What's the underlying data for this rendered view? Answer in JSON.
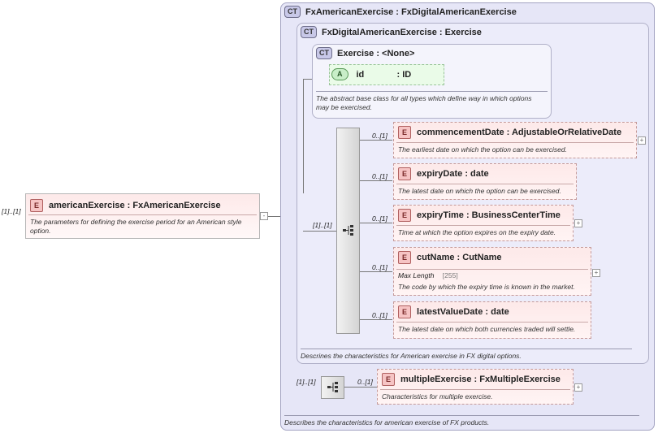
{
  "root_element": {
    "badge": "E",
    "name": "americanExercise : FxAmericanExercise",
    "cardinality": "[1]..[1]",
    "description": "The parameters for defining the exercise period for an American style option."
  },
  "outer_type": {
    "badge": "CT",
    "name": "FxAmericanExercise : FxDigitalAmericanExercise",
    "description": "Describes the characteristics for american exercise of FX products."
  },
  "mid_type": {
    "badge": "CT",
    "name": "FxDigitalAmericanExercise : Exercise",
    "description": "Descrines the characteristics for American exercise in FX digital options."
  },
  "base_type": {
    "badge": "CT",
    "name": "Exercise : <None>",
    "description": "The abstract base class for all types which define way in which options may be exercised.",
    "attribute": {
      "badge": "A",
      "name": "id",
      "type": ": ID"
    }
  },
  "sequence": {
    "cardinality": "[1]..[1]",
    "children": [
      {
        "badge": "E",
        "name": "commencementDate : AdjustableOrRelativeDate",
        "cardinality": "0..[1]",
        "description": "The earliest date on which the option can be exercised."
      },
      {
        "badge": "E",
        "name": "expiryDate : date",
        "cardinality": "0..[1]",
        "description": "The latest date on which the option can be exercised."
      },
      {
        "badge": "E",
        "name": "expiryTime : BusinessCenterTime",
        "cardinality": "0..[1]",
        "description": "Time at which the option expires on the expiry date."
      },
      {
        "badge": "E",
        "name": "cutName : CutName",
        "cardinality": "0..[1]",
        "facet_label": "Max Length",
        "facet_value": "[255]",
        "description": "The code by which the expiry time is known in the market."
      },
      {
        "badge": "E",
        "name": "latestValueDate : date",
        "cardinality": "0..[1]",
        "description": "The latest date on which both currencies traded will settle."
      }
    ]
  },
  "sequence2": {
    "cardinality": "[1]..[1]",
    "child": {
      "badge": "E",
      "name": "multipleExercise : FxMultipleExercise",
      "cardinality": "0..[1]",
      "description": "Characteristics for multiple exercise."
    }
  },
  "icons": {
    "plus": "+",
    "expander": "-"
  }
}
